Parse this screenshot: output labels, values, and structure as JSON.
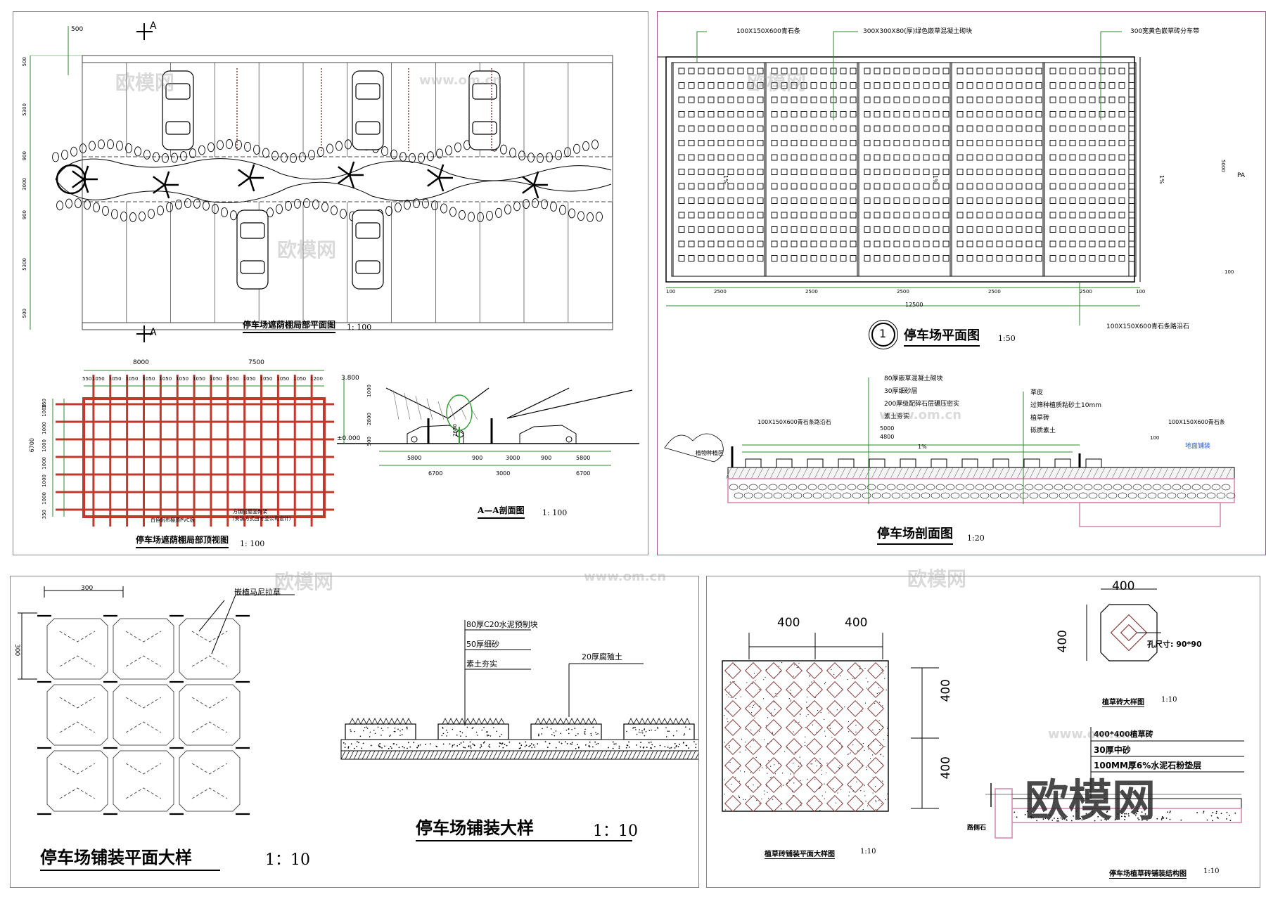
{
  "panels": {
    "p1": {
      "section_mark_top": "A",
      "section_mark_bottom": "A",
      "plan_title": "停车场遮荫棚局部平面图",
      "plan_scale": "1: 100",
      "dims_left": [
        "500",
        "5300",
        "900",
        "3000",
        "900",
        "5300",
        "500"
      ],
      "dim_top": "500",
      "roof_title": "停车场遮荫棚局部顶视图",
      "roof_scale": "1: 100",
      "roof_total_dims": [
        "8000",
        "7500"
      ],
      "roof_dims_top": [
        "550",
        "1050",
        "1050",
        "1050",
        "1050",
        "1050",
        "1050",
        "1050",
        "1050",
        "1050",
        "1050",
        "1050",
        "1050",
        "1050",
        "1200"
      ],
      "roof_dims_left": [
        "350",
        "1000",
        "1000",
        "1000",
        "1000",
        "1000",
        "1000",
        "350"
      ],
      "roof_dim_total_left": "6700",
      "roof_note_1": "白色帆布棚顶PVC板",
      "roof_note_2": "方钢管屋面骨架",
      "roof_note_3": "(安装方式由专业公司设计)",
      "section_title": "A—A剖面图",
      "section_scale": "1: 100",
      "elev_top": "3.800",
      "elev_zero": "±0.000",
      "sec_dims_v": [
        "1000",
        "2800",
        "500"
      ],
      "sec_dim_v2": "2650",
      "sec_dims_h1": [
        "5800",
        "900",
        "3000",
        "900",
        "5800"
      ],
      "sec_dims_h2": [
        "6700",
        "3000",
        "6700"
      ]
    },
    "p2": {
      "callout_1": "100X150X600青石条",
      "callout_2": "300X300X80(厚)绿色嵌草混凝土砌块",
      "callout_3": "300宽黄色嵌草砖分车带",
      "callout_4": "100X150X600青石条路沿石",
      "plan_title": "停车场平面图",
      "plan_num": "1",
      "plan_scale": "1:50",
      "slope_1": "1%",
      "slope_2": "1%",
      "slope_3": "1%",
      "dim_right": "5000",
      "dim_right_mark": "PA",
      "dim_right_small": "100",
      "dims_bottom": [
        "100",
        "2500",
        "2500",
        "2500",
        "2500",
        "2500",
        "100"
      ],
      "dim_total": "12500",
      "layers_left": [
        "80厚嵌草混凝土砌块",
        "30厚细砂层",
        "200厚级配碎石层碾压密实",
        "素土夯实"
      ],
      "layers_right": [
        "草皮",
        "过筛种植质粘砂土10mm",
        "植草砖",
        "砾质素土"
      ],
      "sec_callout_left": "100X150X600青石条路沿石",
      "sec_callout_right": "100X150X600青石条",
      "sec_dim_1": "5000",
      "sec_dim_2": "4800",
      "sec_dim_3": "100",
      "sec_slope": "1%",
      "plant_label": "植物种植区",
      "road_label": "地面铺装",
      "section_title": "停车场剖面图",
      "section_scale": "1:20"
    },
    "p3": {
      "dim_h": "300",
      "dim_v": "300",
      "grass_label": "嵌植马尼拉草",
      "plan_title": "停车场铺装平面大样",
      "plan_scale": "1：10",
      "layer_1": "80厚C20水泥预制块",
      "layer_2": "50厚细砂",
      "layer_3": "素土夯实",
      "layer_4": "20厚腐殖土",
      "section_title": "停车场铺装大样",
      "section_scale": "1：10"
    },
    "p4": {
      "dims_top": [
        "400",
        "400"
      ],
      "dims_right": [
        "400",
        "400"
      ],
      "plan_title": "植草砖铺装平面大样图",
      "plan_scale": "1:10",
      "brick_dim_h": "400",
      "brick_dim_v": "400",
      "hole_size": "孔尺寸: 90*90",
      "brick_title": "植草砖大样图",
      "brick_scale": "1:10",
      "layer_1": "400*400植草砖",
      "layer_2": "30厚中砂",
      "layer_3": "100MM厚6%水泥石粉垫层",
      "curb_label": "路侧石",
      "struct_title": "停车场植草砖铺装结构图",
      "struct_scale": "1:10"
    }
  },
  "watermarks": [
    "欧模网",
    "www.om.cn",
    "欧模网",
    "www.om.cn",
    "欧模网",
    "www.om.cn",
    "欧模网",
    "www.om.cn",
    "欧模网"
  ],
  "logo_text": "欧模网",
  "colors": {
    "tree_green": "#2e9e2e",
    "brown": "#8B3A3A",
    "roof_red": "#c0392b",
    "pink": "#d98ab0",
    "purple_border": "#a0508c"
  }
}
